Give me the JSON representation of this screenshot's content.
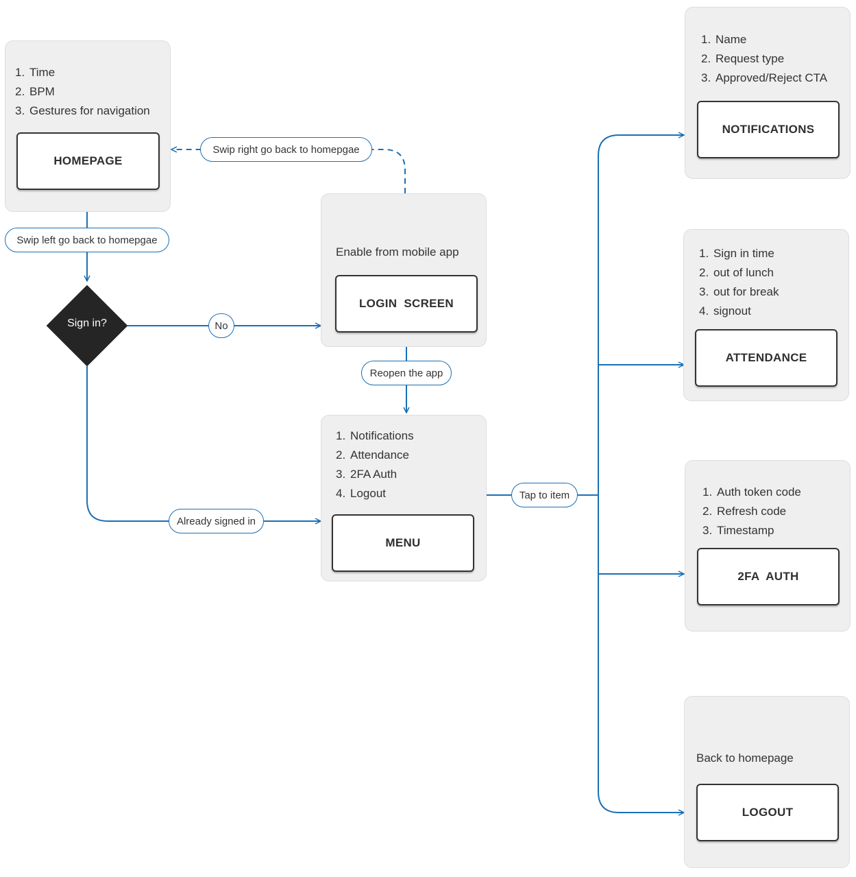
{
  "homepage": {
    "items": [
      "Time",
      "BPM",
      "Gestures for navigation"
    ],
    "title": "HOMEPAGE"
  },
  "login": {
    "note": "Enable from mobile app",
    "title": "LOGIN  SCREEN"
  },
  "menu": {
    "items": [
      "Notifications",
      "Attendance",
      "2FA Auth",
      "Logout"
    ],
    "title": "MENU"
  },
  "notifications": {
    "items": [
      "Name",
      "Request type",
      "Approved/Reject CTA"
    ],
    "title": "NOTIFICATIONS"
  },
  "attendance": {
    "items": [
      "Sign in time",
      "out of lunch",
      "out for break",
      "signout"
    ],
    "title": "ATTENDANCE"
  },
  "twofa": {
    "items": [
      "Auth token code",
      "Refresh code",
      "Timestamp"
    ],
    "title": "2FA  AUTH"
  },
  "logout": {
    "note": "Back to homepage",
    "title": "LOGOUT"
  },
  "decision": {
    "label": "Sign in?"
  },
  "edges": {
    "swipe_right": "Swip right go back to homepgae",
    "swipe_left": "Swip left go back to homepgae",
    "no": "No",
    "reopen": "Reopen the app",
    "already_signed_in": "Already signed in",
    "tap_to_item": "Tap to item"
  },
  "colors": {
    "connector": "#1a6fb5",
    "card_bg": "#efefef",
    "decision": "#252525"
  }
}
